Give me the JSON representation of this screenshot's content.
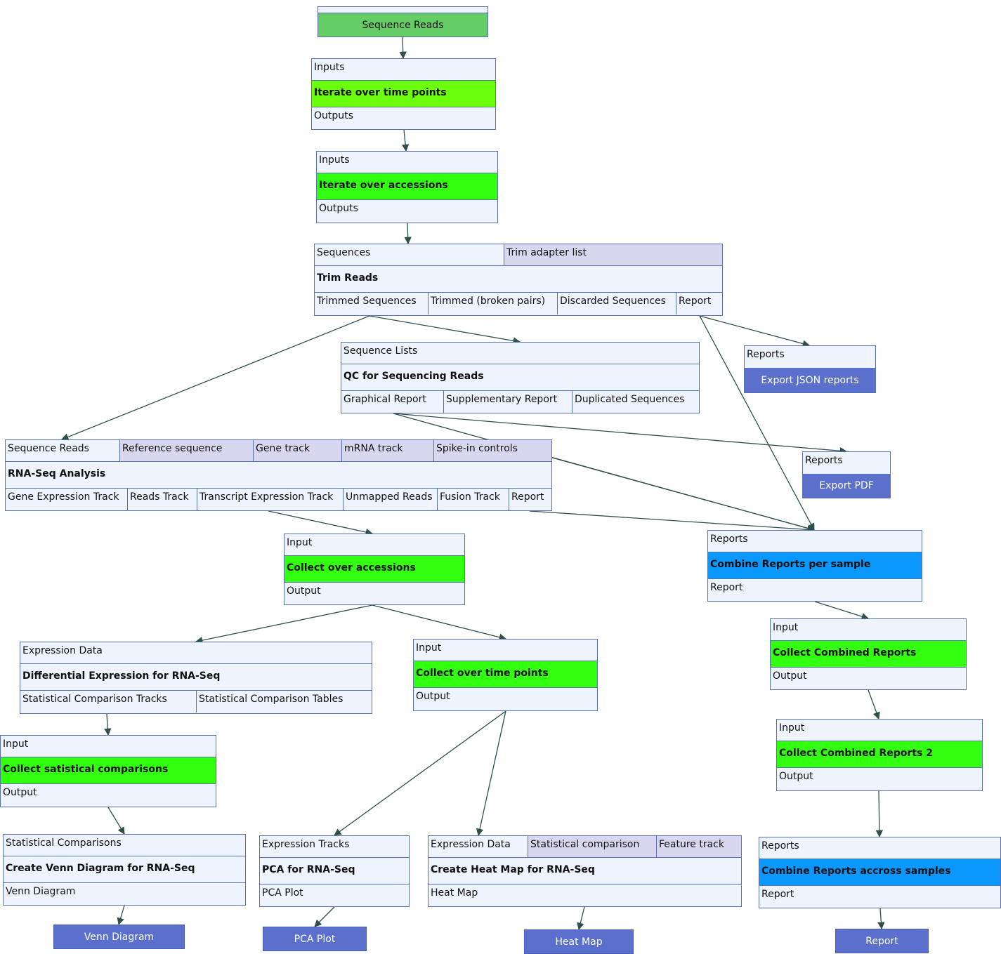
{
  "colors": {
    "node_fill": "#eef4fd",
    "border": "#5a6fb0",
    "ref_fill": "#d7d8ef",
    "iterate_fill": "#6bff0e",
    "collect_fill": "#33ff11",
    "combine_fill": "#0a98ff",
    "source_fill": "#66cc66",
    "export_fill": "#5b6fcc",
    "edge": "#2f4f4f"
  },
  "source": {
    "label": "Sequence Reads"
  },
  "iterate_time": {
    "input": "Inputs",
    "title": "Iterate over time points",
    "output": "Outputs"
  },
  "iterate_acc": {
    "input": "Inputs",
    "title": "Iterate over accessions",
    "output": "Outputs"
  },
  "trim": {
    "inputs": [
      "Sequences",
      "Trim adapter list"
    ],
    "title": "Trim Reads",
    "outputs": [
      "Trimmed Sequences",
      "Trimmed (broken pairs)",
      "Discarded Sequences",
      "Report"
    ]
  },
  "qc": {
    "inputs": [
      "Sequence Lists"
    ],
    "title": "QC for Sequencing Reads",
    "outputs": [
      "Graphical Report",
      "Supplementary Report",
      "Duplicated Sequences"
    ]
  },
  "export_json": {
    "input": "Reports",
    "title": "Export JSON reports"
  },
  "export_pdf": {
    "input": "Reports",
    "title": "Export PDF"
  },
  "rnaseq": {
    "inputs": [
      "Sequence Reads",
      "Reference sequence",
      "Gene track",
      "mRNA track",
      "Spike-in controls"
    ],
    "title": "RNA-Seq Analysis",
    "outputs": [
      "Gene Expression Track",
      "Reads Track",
      "Transcript Expression Track",
      "Unmapped Reads",
      "Fusion Track",
      "Report"
    ]
  },
  "collect_acc": {
    "input": "Input",
    "title": "Collect over accessions",
    "output": "Output"
  },
  "combine_sample": {
    "input": "Reports",
    "title": "Combine Reports per sample",
    "output": "Report"
  },
  "diffexp": {
    "inputs": [
      "Expression Data"
    ],
    "title": "Differential Expression for RNA-Seq",
    "outputs": [
      "Statistical Comparison Tracks",
      "Statistical Comparison Tables"
    ]
  },
  "collect_time": {
    "input": "Input",
    "title": "Collect over time points",
    "output": "Output"
  },
  "collect_comb": {
    "input": "Input",
    "title": "Collect Combined Reports",
    "output": "Output"
  },
  "collect_stat": {
    "input": "Input",
    "title": "Collect satistical comparisons",
    "output": "Output"
  },
  "collect_comb2": {
    "input": "Input",
    "title": "Collect Combined Reports 2",
    "output": "Output"
  },
  "venn": {
    "inputs": [
      "Statistical Comparisons"
    ],
    "title": "Create Venn Diagram for RNA-Seq",
    "outputs": [
      "Venn Diagram"
    ]
  },
  "pca": {
    "inputs": [
      "Expression Tracks"
    ],
    "title": "PCA for RNA-Seq",
    "outputs": [
      "PCA Plot"
    ]
  },
  "heatmap": {
    "inputs": [
      "Expression Data",
      "Statistical comparison",
      "Feature track"
    ],
    "title": "Create Heat Map for RNA-Seq",
    "outputs": [
      "Heat Map"
    ]
  },
  "combine_all": {
    "input": "Reports",
    "title": "Combine Reports accross samples",
    "output": "Report"
  },
  "outputs": {
    "venn": "Venn Diagram",
    "pca": "PCA Plot",
    "heatmap": "Heat Map",
    "report": "Report"
  }
}
